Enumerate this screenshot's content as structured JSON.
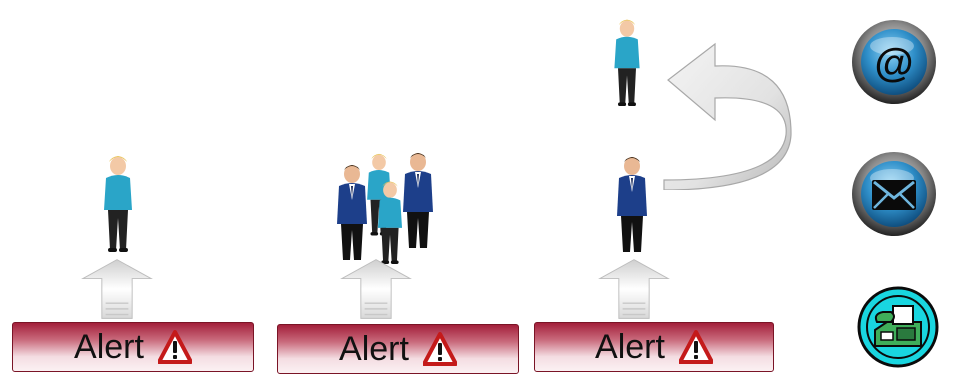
{
  "alerts": [
    {
      "label": "Alert"
    },
    {
      "label": "Alert"
    },
    {
      "label": "Alert"
    }
  ],
  "channels": [
    "email-icon",
    "mail-envelope-icon",
    "fax-icon"
  ],
  "colors": {
    "alert_dark": "#a31f3a",
    "alert_light": "#fbf1f3",
    "person_shirt": "#2aa5c8",
    "person_suit": "#1d3f8a",
    "channel_blue": "#1e78b4",
    "fax_ring": "#19d6e0"
  }
}
